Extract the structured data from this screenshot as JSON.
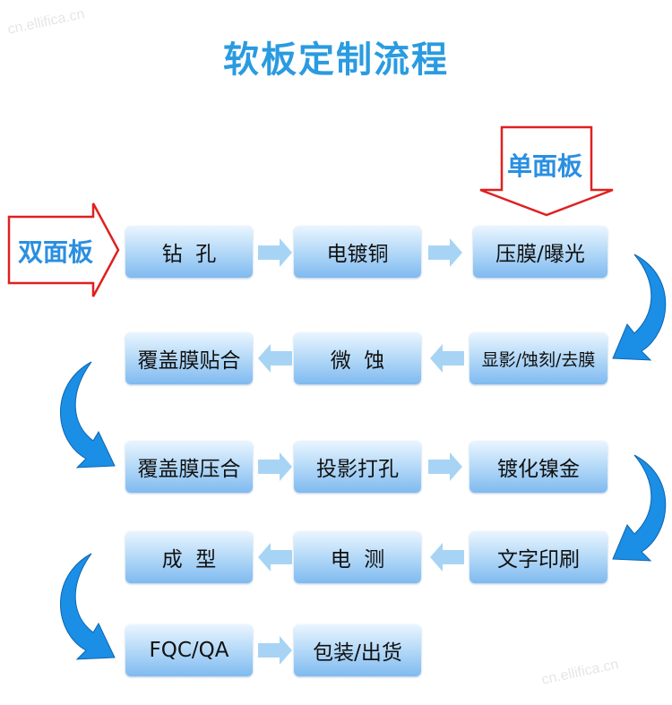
{
  "title": "软板定制流程",
  "watermark": "cn.ellifica.cn",
  "double_sided_label": "双面板",
  "single_sided_label": "单面板",
  "steps": [
    "钻  孔",
    "电镀铜",
    "压膜/曝光",
    "显影/蚀刻/去膜",
    "微  蚀",
    "覆盖膜贴合",
    "覆盖膜压合",
    "投影打孔",
    "镀化镍金",
    "文字印刷",
    "电  测",
    "成  型",
    "FQC/QA",
    "包装/出货"
  ],
  "colors": {
    "title": "#2a9be0",
    "label_text": "#2a8fe0",
    "label_outline": "#e02020",
    "box_top": "#eaf5ff",
    "box_bottom": "#7fbaf0",
    "arrow": "#a7d4f5",
    "curve_arrow": "#1b8ee6"
  }
}
